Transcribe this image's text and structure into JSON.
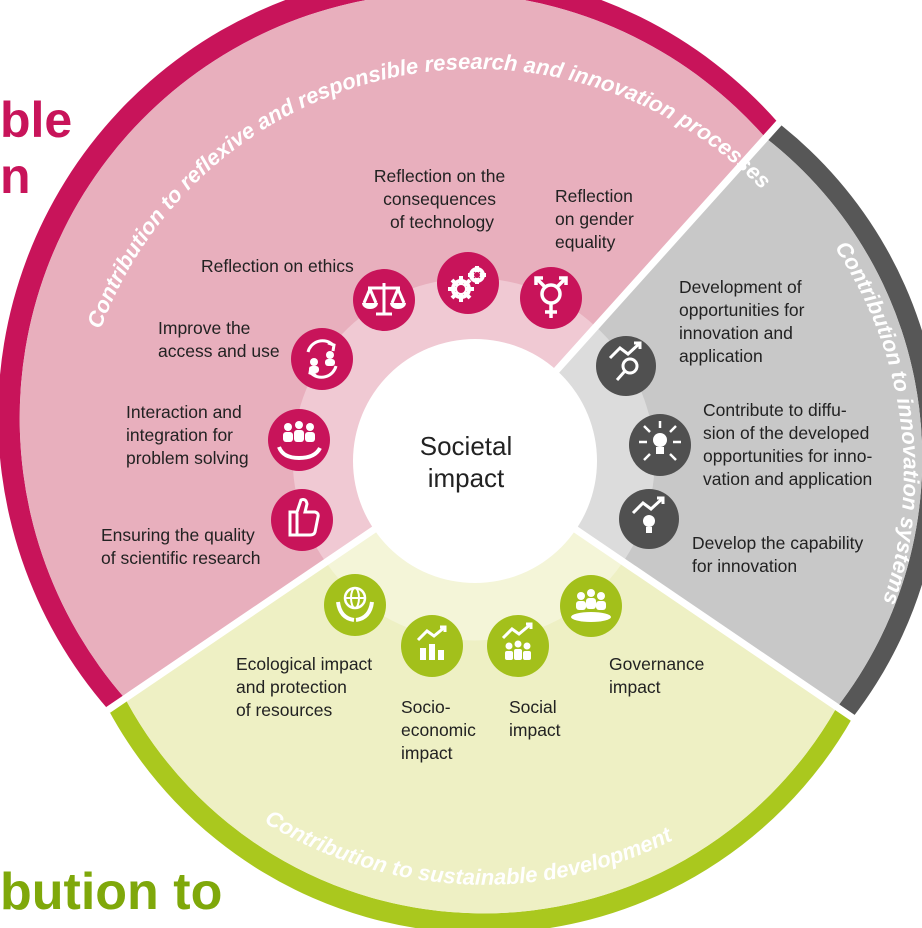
{
  "fragments": {
    "top": [
      "ble",
      "n"
    ],
    "bottom": "bution to"
  },
  "colors": {
    "magenta": "#c8145a",
    "pink_segment": "#e8afbd",
    "pink_inner": "#f0c9d3",
    "gray_ring": "#575757",
    "gray_segment": "#c8c8c8",
    "gray_icon": "#505050",
    "green_ring": "#aac81e",
    "green_segment": "#eef0c4",
    "green_icon": "#a3c01b"
  },
  "center": {
    "lines": [
      "Societal",
      "impact"
    ]
  },
  "ring_labels": {
    "reflexive": "Contribution to reflexive and responsible research and innovation processes",
    "innovation": "Contribution to innovation systems",
    "sustainable": "Contribution to sustainable development"
  },
  "items": {
    "consequences": [
      "Reflection on the",
      "consequences",
      "of technology"
    ],
    "gender": [
      "Reflection",
      "on gender",
      "equality"
    ],
    "ethics": [
      "Reflection on ethics"
    ],
    "access": [
      "Improve the",
      "access and use"
    ],
    "interaction": [
      "Interaction and",
      "integration for",
      "problem solving"
    ],
    "quality": [
      "Ensuring the quality",
      "of scientific research"
    ],
    "opportunities": [
      "Development of",
      "opportunities for",
      "innovation and",
      "application"
    ],
    "diffusion": [
      "Contribute to diffu-",
      "sion of the developed",
      "opportunities for inno-",
      "vation and application"
    ],
    "capability": [
      "Develop the capability",
      "for innovation"
    ],
    "ecological": [
      "Ecological impact",
      "and protection",
      "of resources"
    ],
    "socioeconomic": [
      "Socio-",
      "economic",
      "impact"
    ],
    "social": [
      "Social",
      "impact"
    ],
    "governance": [
      "Governance",
      "impact"
    ]
  },
  "icons": {
    "consequences": "gears-icon",
    "gender": "gender-symbol-icon",
    "ethics": "scales-icon",
    "access": "exchange-arrows-icon",
    "interaction": "people-hand-icon",
    "quality": "thumbs-up-icon",
    "opportunities": "trend-magnifier-icon",
    "diffusion": "lightbulb-arrows-icon",
    "capability": "trend-lightbulb-icon",
    "ecological": "globe-hands-icon",
    "socioeconomic": "trend-bar-chart-icon",
    "social": "trend-people-icon",
    "governance": "people-table-icon"
  }
}
